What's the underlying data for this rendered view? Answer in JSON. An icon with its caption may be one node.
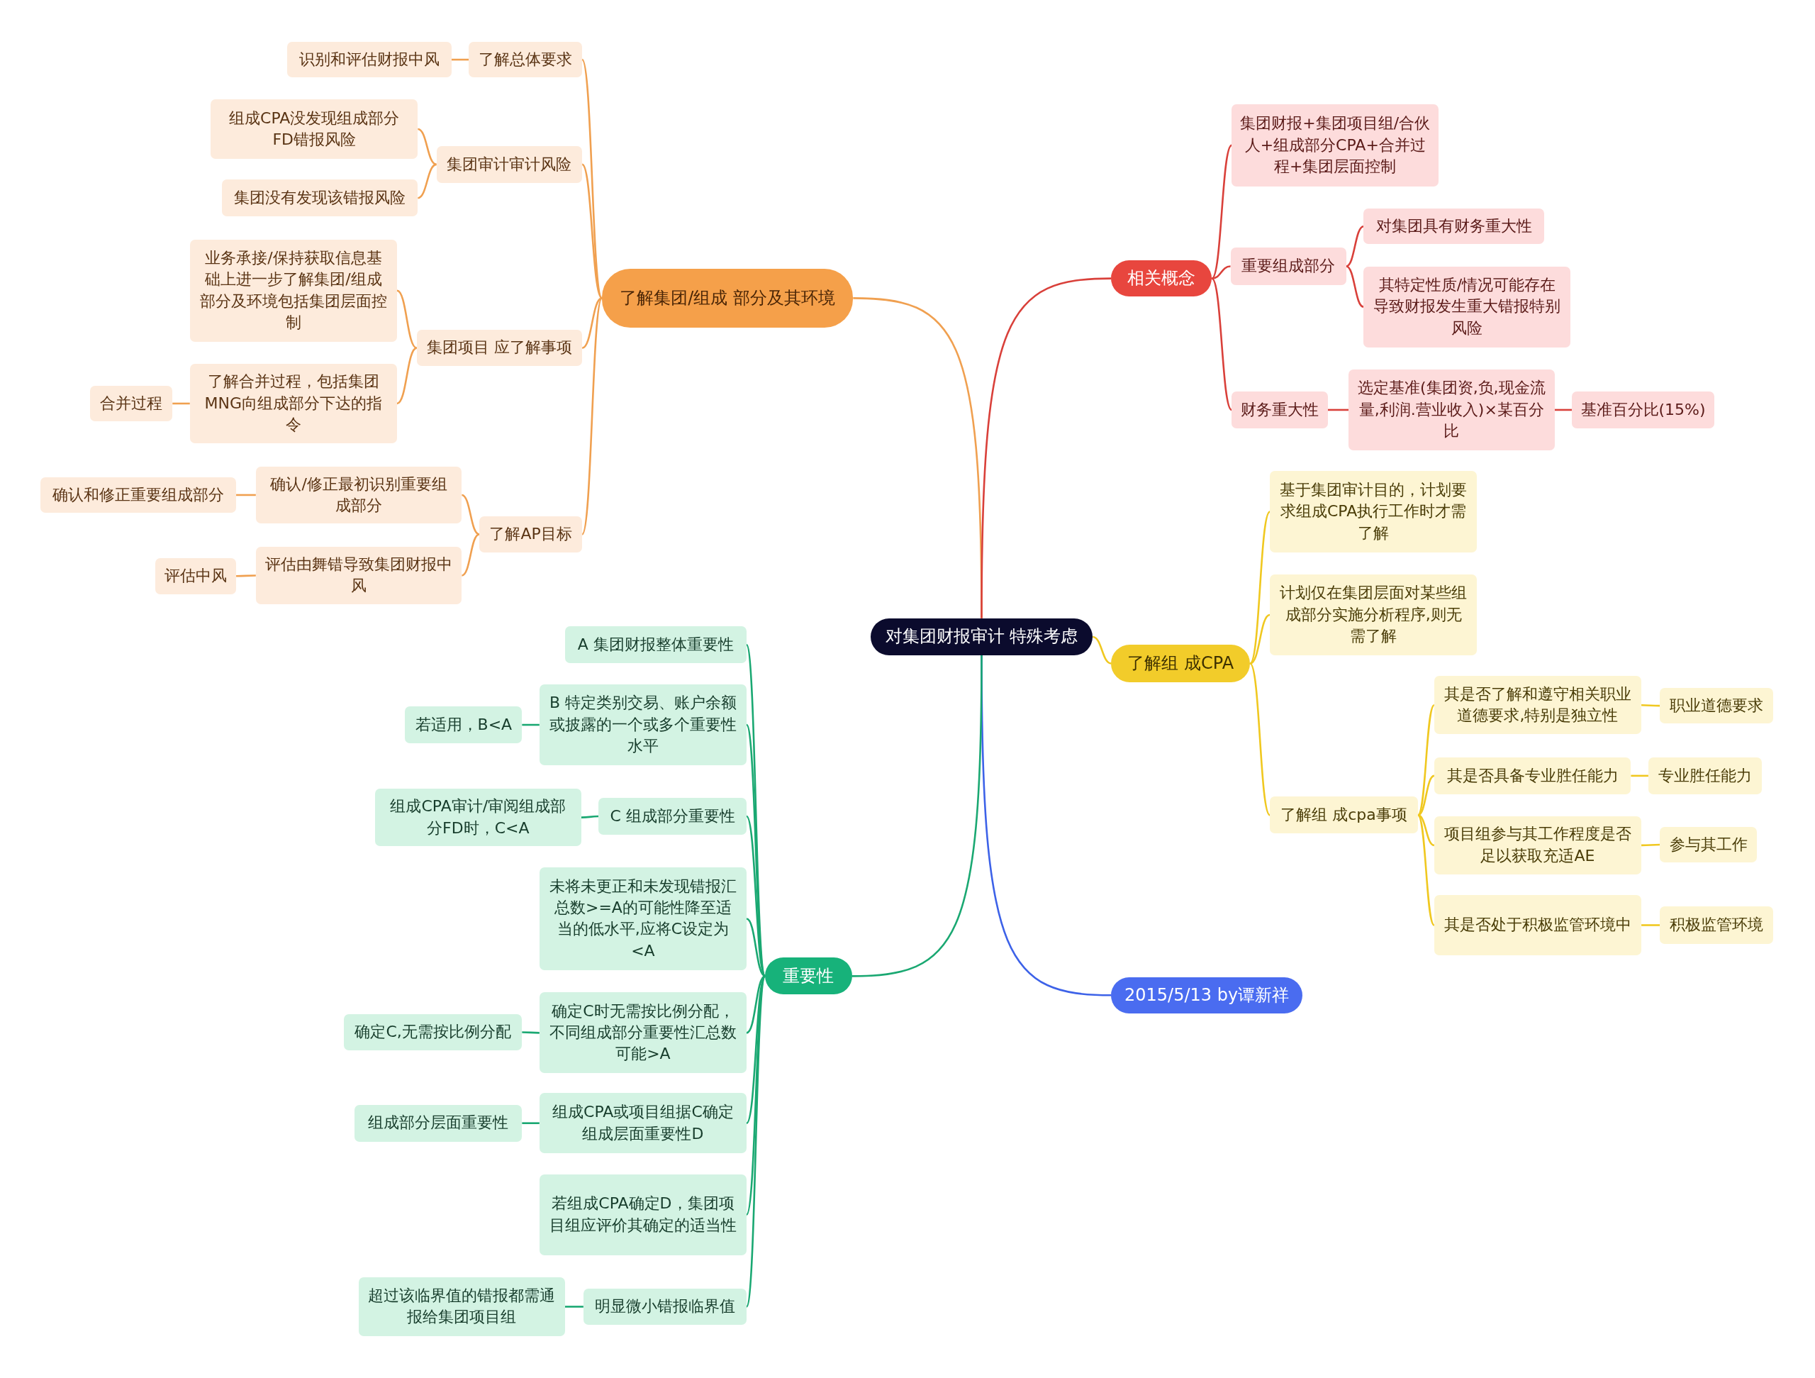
{
  "diagram": {
    "nodes": [
      {
        "text": [
          "对集团财报审计 特殊考虑"
        ]
      },
      {
        "text": [
          "了解集团/组成 部分及其环境"
        ]
      },
      {
        "text": [
          "了解总体要求"
        ]
      },
      {
        "text": [
          "识别和评估财报中风"
        ]
      },
      {
        "text": [
          "集团审计审计风险"
        ]
      },
      {
        "text": [
          "组成CPA没发现组成部分FD错报风险"
        ]
      },
      {
        "text": [
          "集团没有发现该错报风险"
        ]
      },
      {
        "text": [
          "集团项目 应了解事项"
        ]
      },
      {
        "text": [
          "业务承接/保持获取信息基础上进一步了解集团/组成部分及环境包括集团层面控制"
        ]
      },
      {
        "text": [
          "了解合并过程，包括集团MNG向组成部分下达的指令"
        ]
      },
      {
        "text": [
          "合并过程"
        ]
      },
      {
        "text": [
          "了解AP目标"
        ]
      },
      {
        "text": [
          "确认/修正最初识别重要组成部分"
        ]
      },
      {
        "text": [
          "确认和修正重要组成部分"
        ]
      },
      {
        "text": [
          "评估由舞错导致集团财报中风"
        ]
      },
      {
        "text": [
          "评估中风"
        ]
      },
      {
        "text": [
          "相关概念"
        ]
      },
      {
        "text": [
          "集团财报+集团项目组/合伙人+组成部分CPA+合并过程+集团层面控制"
        ]
      },
      {
        "text": [
          "重要组成部分"
        ]
      },
      {
        "text": [
          "对集团具有财务重大性"
        ]
      },
      {
        "text": [
          "其特定性质/情况可能存在导致财报发生重大错报特别风险"
        ]
      },
      {
        "text": [
          "财务重大性"
        ]
      },
      {
        "text": [
          "选定基准(集团资,负,现金流量,利润.营业收入)×某百分比"
        ]
      },
      {
        "text": [
          "基准百分比(15%)"
        ]
      },
      {
        "text": [
          "了解组 成CPA"
        ]
      },
      {
        "text": [
          "基于集团审计目的，计划要求组成CPA执行工作时才需了解"
        ]
      },
      {
        "text": [
          "计划仅在集团层面对某些组成部分实施分析程序,则无需了解"
        ]
      },
      {
        "text": [
          "了解组 成cpa事项"
        ]
      },
      {
        "text": [
          "其是否了解和遵守相关职业道德要求,特别是独立性"
        ]
      },
      {
        "text": [
          "职业道德要求"
        ]
      },
      {
        "text": [
          "其是否具备专业胜任能力"
        ]
      },
      {
        "text": [
          "专业胜任能力"
        ]
      },
      {
        "text": [
          "项目组参与其工作程度是否足以获取充适AE"
        ]
      },
      {
        "text": [
          "参与其工作"
        ]
      },
      {
        "text": [
          "其是否处于积极监管环境中"
        ]
      },
      {
        "text": [
          "积极监管环境"
        ]
      },
      {
        "text": [
          "2015/5/13 by谭新祥"
        ]
      },
      {
        "text": [
          "重要性"
        ]
      },
      {
        "text": [
          "A 集团财报整体重要性"
        ]
      },
      {
        "text": [
          "B 特定类别交易、账户余额或披露的一个或多个重要性水平"
        ]
      },
      {
        "text": [
          "若适用，B<A"
        ]
      },
      {
        "text": [
          "C 组成部分重要性"
        ]
      },
      {
        "text": [
          "组成CPA审计/审阅组成部分FD时，C<A"
        ]
      },
      {
        "text": [
          "未将未更正和未发现错报汇总数>=A的可能性降至适当的低水平,应将C设定为<A"
        ]
      },
      {
        "text": [
          "确定C时无需按比例分配，不同组成部分重要性汇总数可能>A"
        ]
      },
      {
        "text": [
          "确定C,无需按比例分配"
        ]
      },
      {
        "text": [
          "组成CPA或项目组据C确定组成层面重要性D"
        ]
      },
      {
        "text": [
          "组成部分层面重要性"
        ]
      },
      {
        "text": [
          "若组成CPA确定D，集团项目组应评价其确定的适当性"
        ]
      },
      {
        "text": [
          "明显微小错报临界值"
        ]
      },
      {
        "text": [
          "超过该临界值的错报都需通报给集团项目组"
        ]
      }
    ],
    "edges": [
      {
        "from": 0,
        "to": 1,
        "arrow": "none",
        "color": "#f0a050"
      },
      {
        "from": 1,
        "to": 2,
        "arrow": "none",
        "color": "#f0a050"
      },
      {
        "from": 2,
        "to": 3,
        "arrow": "none",
        "color": "#f0a050"
      },
      {
        "from": 1,
        "to": 4,
        "arrow": "none",
        "color": "#f0a050"
      },
      {
        "from": 4,
        "to": 5,
        "arrow": "none",
        "color": "#f0a050"
      },
      {
        "from": 4,
        "to": 6,
        "arrow": "none",
        "color": "#f0a050"
      },
      {
        "from": 1,
        "to": 7,
        "arrow": "none",
        "color": "#f0a050"
      },
      {
        "from": 7,
        "to": 8,
        "arrow": "none",
        "color": "#f0a050"
      },
      {
        "from": 7,
        "to": 9,
        "arrow": "none",
        "color": "#f0a050"
      },
      {
        "from": 9,
        "to": 10,
        "arrow": "none",
        "color": "#f0a050"
      },
      {
        "from": 1,
        "to": 11,
        "arrow": "none",
        "color": "#f0a050"
      },
      {
        "from": 11,
        "to": 12,
        "arrow": "none",
        "color": "#f0a050"
      },
      {
        "from": 12,
        "to": 13,
        "arrow": "none",
        "color": "#f0a050"
      },
      {
        "from": 11,
        "to": 14,
        "arrow": "none",
        "color": "#f0a050"
      },
      {
        "from": 14,
        "to": 15,
        "arrow": "none",
        "color": "#f0a050"
      },
      {
        "from": 0,
        "to": 16,
        "arrow": "none",
        "color": "#d9403a"
      },
      {
        "from": 16,
        "to": 17,
        "arrow": "none",
        "color": "#d9403a"
      },
      {
        "from": 16,
        "to": 18,
        "arrow": "none",
        "color": "#d9403a"
      },
      {
        "from": 18,
        "to": 19,
        "arrow": "none",
        "color": "#d9403a"
      },
      {
        "from": 18,
        "to": 20,
        "arrow": "none",
        "color": "#d9403a"
      },
      {
        "from": 16,
        "to": 21,
        "arrow": "none",
        "color": "#d9403a"
      },
      {
        "from": 21,
        "to": 22,
        "arrow": "none",
        "color": "#d9403a"
      },
      {
        "from": 22,
        "to": 23,
        "arrow": "none",
        "color": "#d9403a"
      },
      {
        "from": 0,
        "to": 24,
        "arrow": "none",
        "color": "#f0c820"
      },
      {
        "from": 24,
        "to": 25,
        "arrow": "none",
        "color": "#f0c820"
      },
      {
        "from": 24,
        "to": 26,
        "arrow": "none",
        "color": "#f0c820"
      },
      {
        "from": 24,
        "to": 27,
        "arrow": "none",
        "color": "#f0c820"
      },
      {
        "from": 27,
        "to": 28,
        "arrow": "none",
        "color": "#f0c820"
      },
      {
        "from": 28,
        "to": 29,
        "arrow": "none",
        "color": "#f0c820"
      },
      {
        "from": 27,
        "to": 30,
        "arrow": "none",
        "color": "#f0c820"
      },
      {
        "from": 30,
        "to": 31,
        "arrow": "none",
        "color": "#f0c820"
      },
      {
        "from": 27,
        "to": 32,
        "arrow": "none",
        "color": "#f0c820"
      },
      {
        "from": 32,
        "to": 33,
        "arrow": "none",
        "color": "#f0c820"
      },
      {
        "from": 27,
        "to": 34,
        "arrow": "none",
        "color": "#f0c820"
      },
      {
        "from": 34,
        "to": 35,
        "arrow": "none",
        "color": "#f0c820"
      },
      {
        "from": 0,
        "to": 36,
        "arrow": "none",
        "color": "#3d62e8"
      },
      {
        "from": 0,
        "to": 37,
        "arrow": "none",
        "color": "#1aa872"
      },
      {
        "from": 37,
        "to": 38,
        "arrow": "none",
        "color": "#1aa872"
      },
      {
        "from": 37,
        "to": 39,
        "arrow": "none",
        "color": "#1aa872"
      },
      {
        "from": 39,
        "to": 40,
        "arrow": "none",
        "color": "#1aa872"
      },
      {
        "from": 37,
        "to": 41,
        "arrow": "none",
        "color": "#1aa872"
      },
      {
        "from": 41,
        "to": 42,
        "arrow": "none",
        "color": "#1aa872"
      },
      {
        "from": 37,
        "to": 43,
        "arrow": "none",
        "color": "#1aa872"
      },
      {
        "from": 37,
        "to": 44,
        "arrow": "none",
        "color": "#1aa872"
      },
      {
        "from": 44,
        "to": 45,
        "arrow": "none",
        "color": "#1aa872"
      },
      {
        "from": 37,
        "to": 46,
        "arrow": "none",
        "color": "#1aa872"
      },
      {
        "from": 46,
        "to": 47,
        "arrow": "none",
        "color": "#1aa872"
      },
      {
        "from": 37,
        "to": 48,
        "arrow": "none",
        "color": "#1aa872"
      },
      {
        "from": 37,
        "to": 49,
        "arrow": "none",
        "color": "#1aa872"
      },
      {
        "from": 49,
        "to": 50,
        "arrow": "none",
        "color": "#1aa872"
      }
    ]
  }
}
